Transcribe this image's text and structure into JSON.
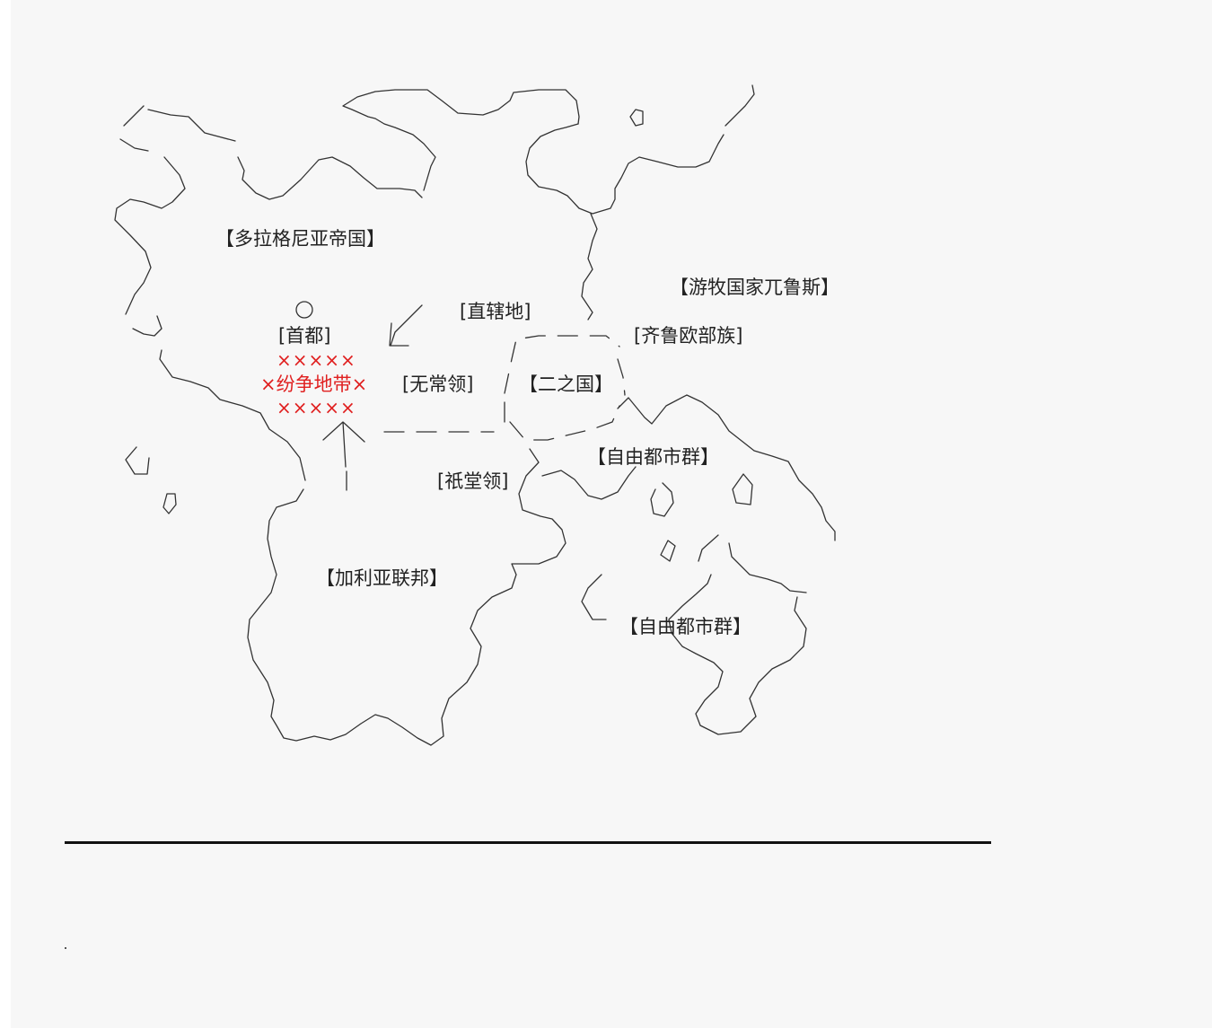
{
  "labels": {
    "dolagnia_empire": "【多拉格尼亚帝国】",
    "nomad_state": "【游牧国家兀鲁斯】",
    "direct_territory": "[直辖地]",
    "capital": "[首都]",
    "qilu_tribe": "[齐鲁欧部族]",
    "xmarks": "×××××",
    "conflict_zone": "×纷争地带×",
    "wuchang_ling": "[无常领]",
    "erzhi_guo": "【二之国】",
    "free_cities_1": "【自由都市群】",
    "qitang_ling": "[祇堂领]",
    "galia_federation": "【加利亚联邦】",
    "free_cities_2": "【自由都市群】"
  },
  "colors": {
    "conflict": "#e02020",
    "ink": "#333333",
    "background": "#f7f7f7"
  },
  "icons": {
    "capital_marker": "circle-icon",
    "arrow": "arrow-icon"
  }
}
